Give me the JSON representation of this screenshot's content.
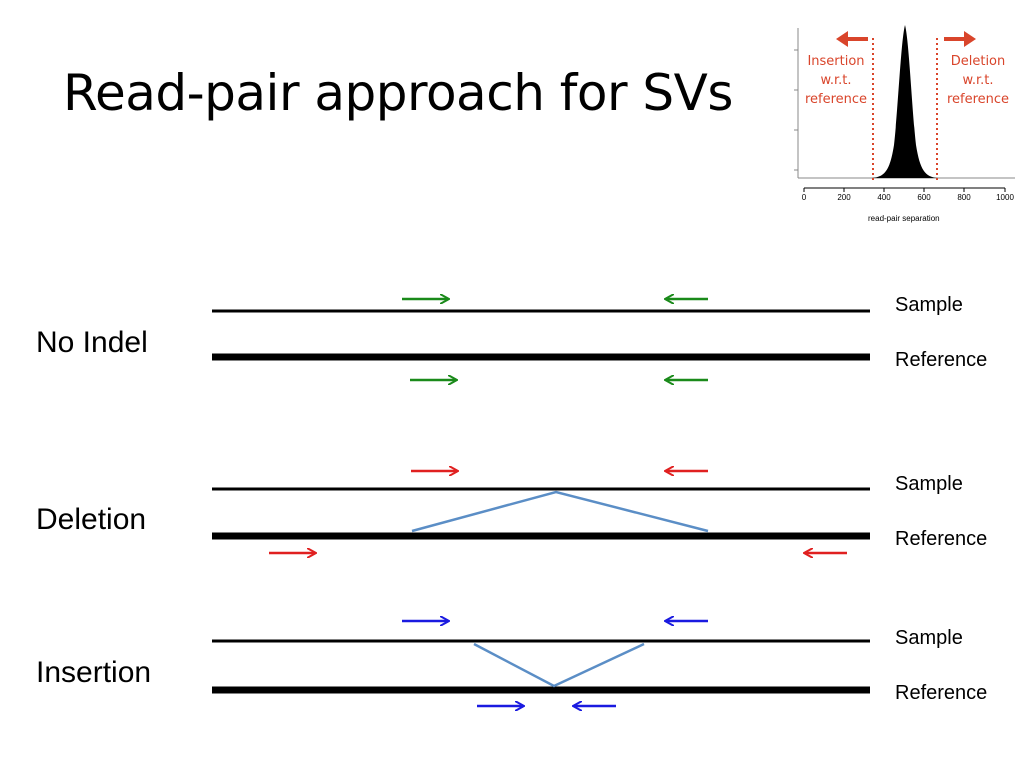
{
  "title": "Read-pair approach for SVs",
  "panels": [
    {
      "label": "No Indel",
      "sample": "Sample",
      "reference": "Reference",
      "color": "#1a8a1a"
    },
    {
      "label": "Deletion",
      "sample": "Sample",
      "reference": "Reference",
      "color": "#e02020"
    },
    {
      "label": "Insertion",
      "sample": "Sample",
      "reference": "Reference",
      "color": "#1a1ae0"
    }
  ],
  "connector_color": "#5b8ec6",
  "inset": {
    "insertion_text": [
      "Insertion",
      "w.r.t.",
      "reference"
    ],
    "deletion_text": [
      "Deletion",
      "w.r.t.",
      "reference"
    ],
    "accent_color": "#d9452b",
    "x_ticks": [
      "0",
      "200",
      "400",
      "600",
      "800",
      "1000"
    ],
    "x_label": "read-pair separation"
  }
}
